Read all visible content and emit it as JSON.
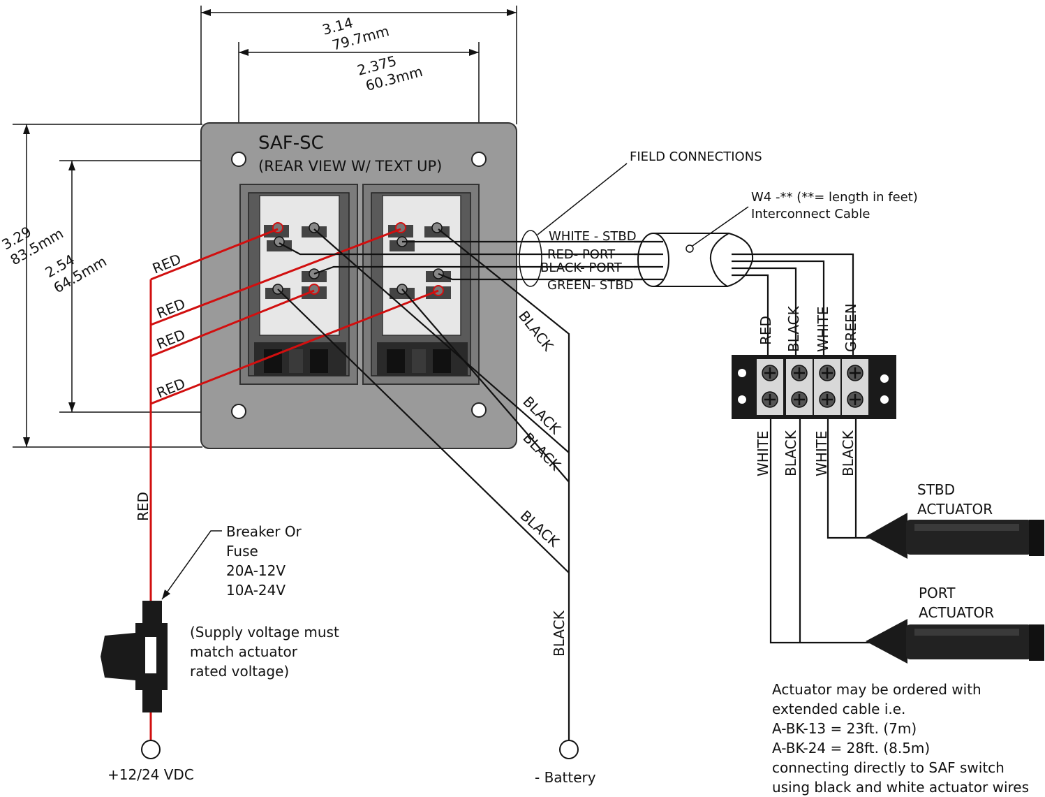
{
  "panel": {
    "model": "SAF-SC",
    "view": "(REAR VIEW  W/ TEXT UP)"
  },
  "dimensions": {
    "width_in": "3.14",
    "width_mm": "79.7mm",
    "hole_spacing_in": "2.375",
    "hole_spacing_mm": "60.3mm",
    "height_in": "3.29",
    "height_mm": "83.5mm",
    "hole_height_in": "2.54",
    "hole_height_mm": "64.5mm"
  },
  "field_connections": {
    "label": "FIELD CONNECTIONS",
    "wires": [
      "WHITE - STBD",
      "RED- PORT",
      "BLACK- PORT",
      "GREEN- STBD"
    ]
  },
  "cable": {
    "line1": "W4 -** (**= length in feet)",
    "line2": "Interconnect Cable"
  },
  "terminal_top": [
    "RED",
    "BLACK",
    "WHITE",
    "GREEN"
  ],
  "terminal_bottom": [
    "WHITE",
    "BLACK",
    "WHITE",
    "BLACK"
  ],
  "wire_labels": {
    "red": "RED",
    "black": "BLACK"
  },
  "breaker": {
    "lines": [
      "Breaker Or",
      "Fuse",
      "20A-12V",
      "10A-24V"
    ]
  },
  "supply_note": [
    "(Supply voltage must",
    "match actuator",
    "rated voltage)"
  ],
  "positive_terminal": "+12/24 VDC",
  "negative_terminal": "- Battery",
  "stbd_actuator": [
    "STBD",
    "ACTUATOR"
  ],
  "port_actuator": [
    "PORT",
    "ACTUATOR"
  ],
  "actuator_note": [
    "Actuator may be ordered with",
    "extended cable i.e.",
    "A-BK-13 = 23ft. (7m)",
    "A-BK-24 = 28ft. (8.5m)",
    "connecting directly to SAF switch",
    "using black and white actuator wires"
  ],
  "colors": {
    "panel_fill": "#9a9a9a",
    "red_wire": "#d10f0f",
    "black_wire": "#111111"
  }
}
